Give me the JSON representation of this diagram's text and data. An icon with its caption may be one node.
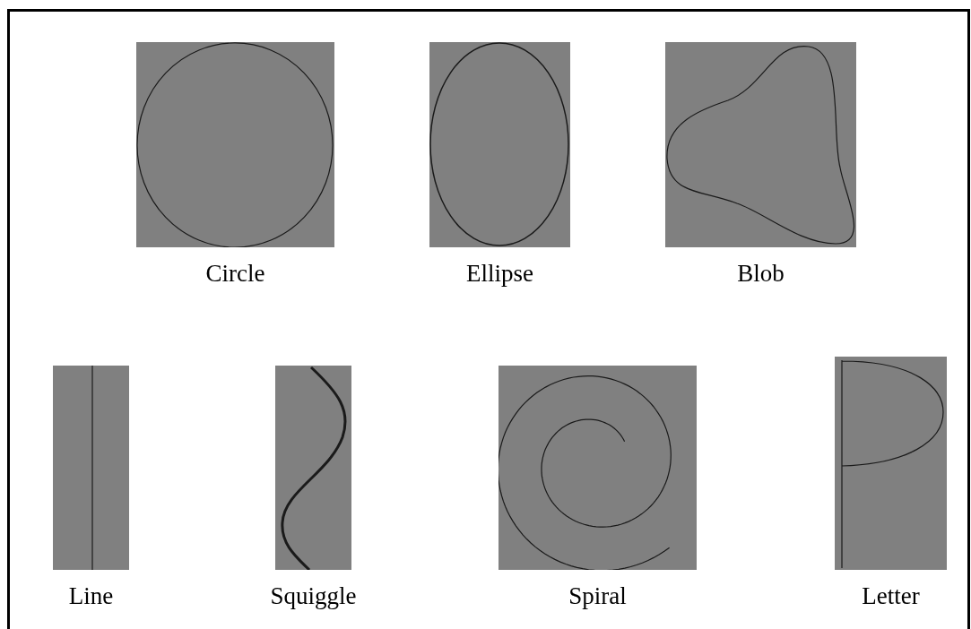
{
  "diagram": {
    "nodes": [
      {
        "text": [
          "Circle"
        ]
      },
      {
        "text": [
          "Ellipse"
        ]
      },
      {
        "text": [
          "Blob"
        ]
      },
      {
        "text": [
          "Line"
        ]
      },
      {
        "text": [
          "Squiggle"
        ]
      },
      {
        "text": [
          "Spiral"
        ]
      },
      {
        "text": [
          "Letter"
        ]
      }
    ]
  }
}
